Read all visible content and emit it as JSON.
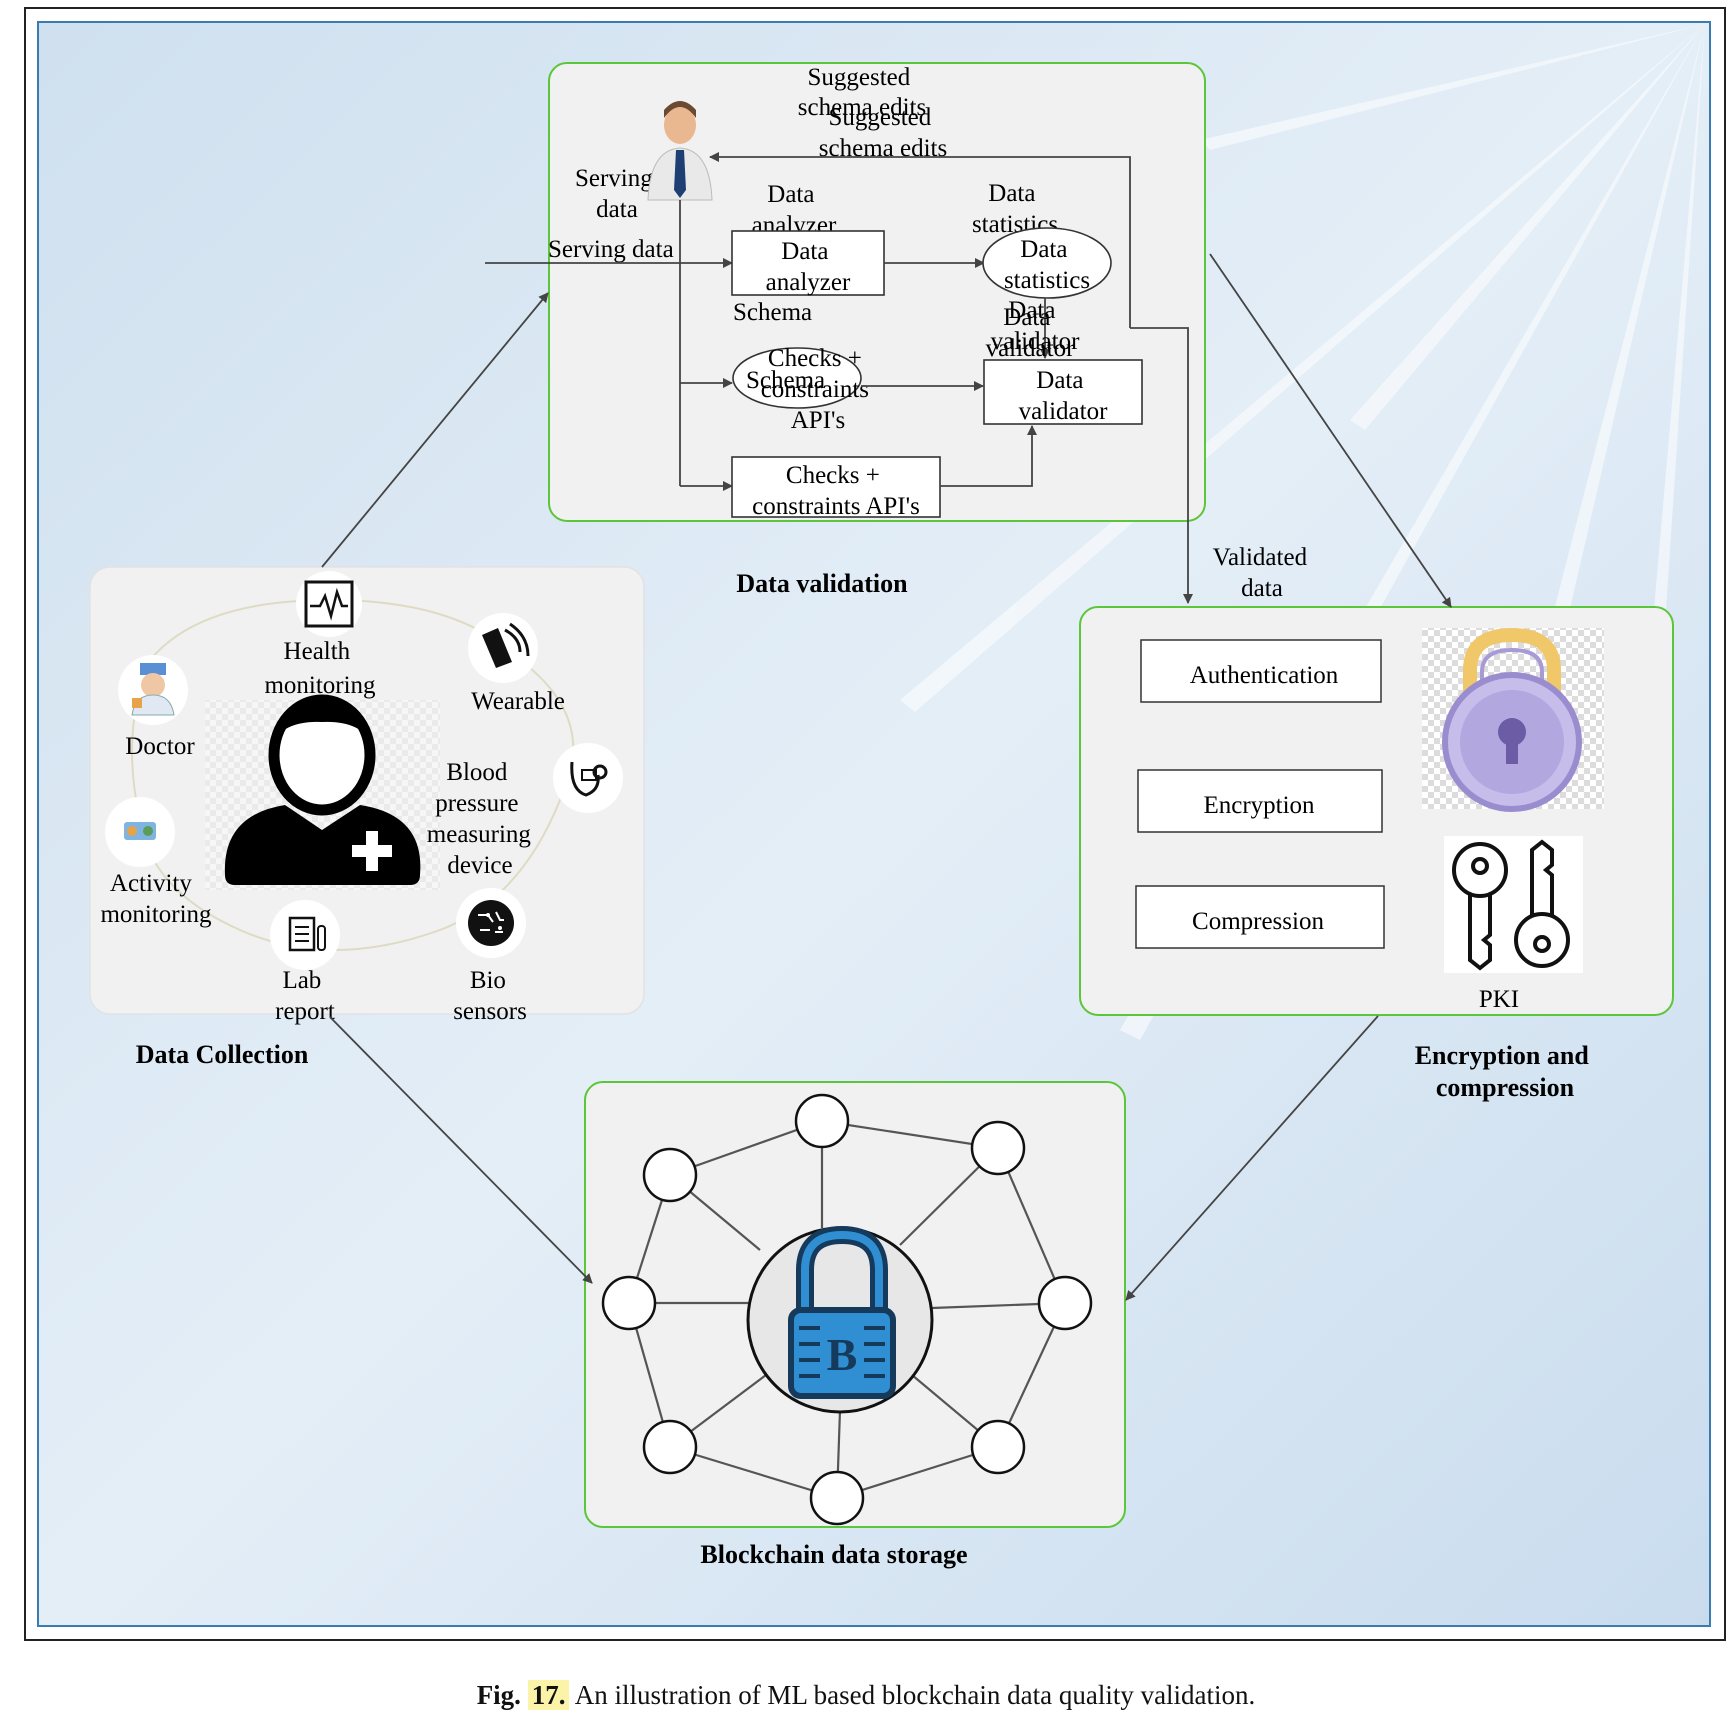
{
  "panels": {
    "validation": {
      "title": "Data validation",
      "suggested": [
        "Suggested",
        "schema edits"
      ],
      "suggested_overlap": [
        "Suggested",
        "schema edits"
      ],
      "serving_data_multi": [
        "Serving",
        "data"
      ],
      "serving_data_line": "Serving data",
      "analyzer_label": [
        "Data",
        "analyzer"
      ],
      "analyzer_box": [
        "Data",
        "analyzer"
      ],
      "statistics_label": [
        "Data",
        "statistics"
      ],
      "statistics_ellipse": [
        "Data",
        "statistics"
      ],
      "validator_label": [
        "Data",
        "validator"
      ],
      "validator_label_overlap": [
        "Data",
        "validator"
      ],
      "validator_box": [
        "Data",
        "validator"
      ],
      "schema_label": "Schema",
      "schema_ellipse": "Schema",
      "checks_ellipse_label": [
        "Checks +",
        "constraints",
        "API's"
      ],
      "checks_box": [
        "Checks +",
        "constraints API's"
      ]
    },
    "collection": {
      "title": "Data Collection",
      "health": [
        "Health",
        "monitoring"
      ],
      "wearable": "Wearable",
      "doctor": "Doctor",
      "blood": [
        "Blood",
        "pressure",
        "measuring",
        "device"
      ],
      "activity": [
        "Activity",
        "monitoring"
      ],
      "lab": [
        "Lab",
        "report"
      ],
      "bio": [
        "Bio",
        "sensors"
      ]
    },
    "encryption": {
      "title": [
        "Encryption and",
        "compression"
      ],
      "validated": [
        "Validated",
        "data"
      ],
      "authentication": "Authentication",
      "encryption_box": "Encryption",
      "compression_box": "Compression",
      "pki": "PKI"
    },
    "blockchain": {
      "title": "Blockchain data storage",
      "bitcoin_symbol": "B"
    }
  },
  "caption": {
    "label": "Fig.",
    "number": "17.",
    "text": "An illustration of ML based blockchain data quality validation."
  },
  "colors": {
    "panel_border": "#5cc63a",
    "panel_fill": "#f1f1f1",
    "frame_border": "#3a7bb0",
    "lock_purple": "#a79ad6",
    "lock_gold": "#f0c869",
    "bitcoin_blue": "#2f8fd2"
  }
}
